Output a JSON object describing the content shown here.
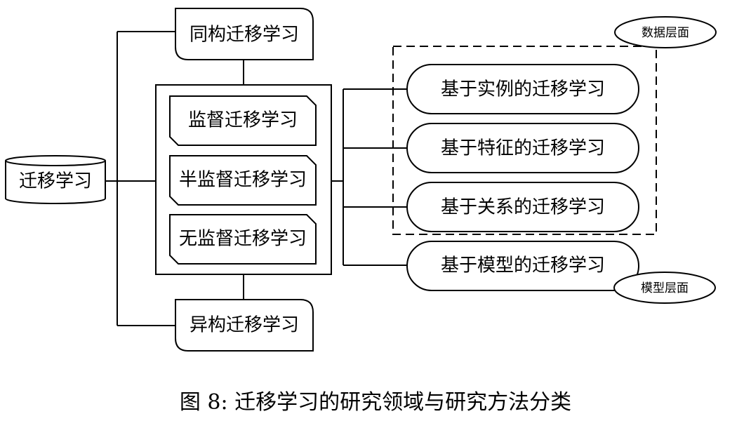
{
  "nodes": {
    "root": "迁移学习",
    "homogeneous": "同构迁移学习",
    "heterogeneous": "异构迁移学习",
    "supervised": "监督迁移学习",
    "semi_supervised": "半监督迁移学习",
    "unsupervised": "无监督迁移学习",
    "instance_based": "基于实例的迁移学习",
    "feature_based": "基于特征的迁移学习",
    "relation_based": "基于关系的迁移学习",
    "model_based": "基于模型的迁移学习"
  },
  "labels": {
    "data_level": "数据层面",
    "model_level": "模型层面"
  },
  "caption": "图 8: 迁移学习的研究领域与研究方法分类"
}
